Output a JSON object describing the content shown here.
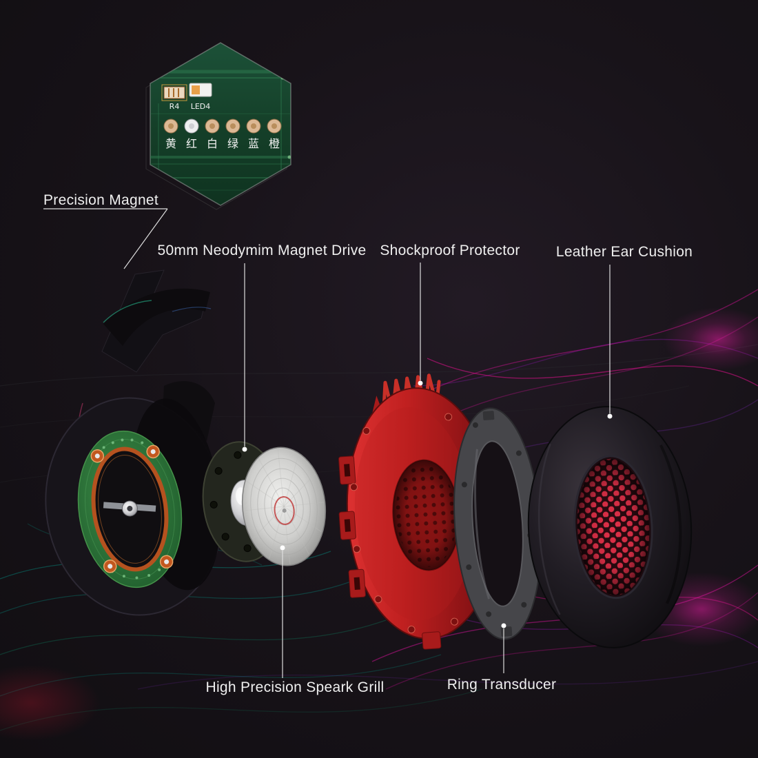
{
  "colors": {
    "background": "#181319",
    "accent_magenta": "#e0118c",
    "accent_purple": "#a417c9",
    "accent_teal": "#00b3a0",
    "part_red": "#c02020",
    "pcb_green": "#1c5138",
    "label_text": "#efefef"
  },
  "callouts": {
    "precision_magnet": {
      "label": "Precision Magnet"
    },
    "magnet_drive": {
      "label": "50mm Neodymim Magnet Drive"
    },
    "shockproof_protector": {
      "label": "Shockproof Protector"
    },
    "leather_ear_cushion": {
      "label": "Leather Ear Cushion"
    },
    "speaker_grill": {
      "label": "High Precision Speark Grill"
    },
    "ring_transducer": {
      "label": "Ring Transducer"
    }
  },
  "pcb_inset": {
    "component_refs": {
      "r4": "R4",
      "led4": "LED4"
    },
    "pad_labels": [
      "黄",
      "红",
      "白",
      "绿",
      "蓝",
      "橙"
    ],
    "pad_colors": [
      "#dcb894",
      "#ececee",
      "#dcb894",
      "#dcb894",
      "#dcb894",
      "#dcb894"
    ]
  }
}
